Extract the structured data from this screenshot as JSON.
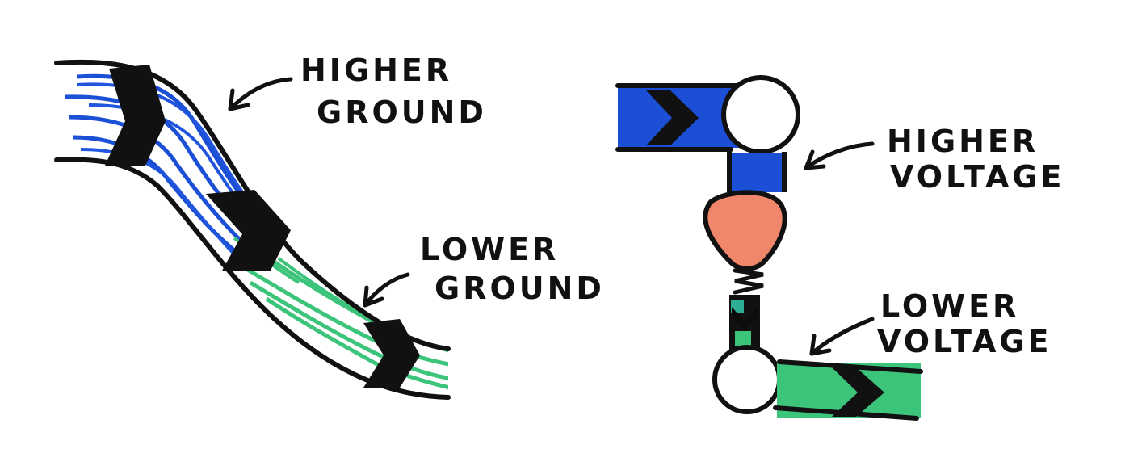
{
  "labels": {
    "higher_ground": [
      "HIGHER",
      "GROUND"
    ],
    "lower_ground": [
      "LOWER",
      "GROUND"
    ],
    "higher_voltage": [
      "HIGHER",
      "VOLTAGE"
    ],
    "lower_voltage": [
      "LOWER",
      "VOLTAGE"
    ]
  },
  "colors": {
    "ink": "#111111",
    "high_blue": "#1a4fd6",
    "low_green": "#3cc47a",
    "resistor_orange": "#f0876a",
    "background": "#ffffff"
  },
  "icons": {
    "flow_marker": "chevron-arrow-icon",
    "pointer": "curved-arrow-icon"
  }
}
